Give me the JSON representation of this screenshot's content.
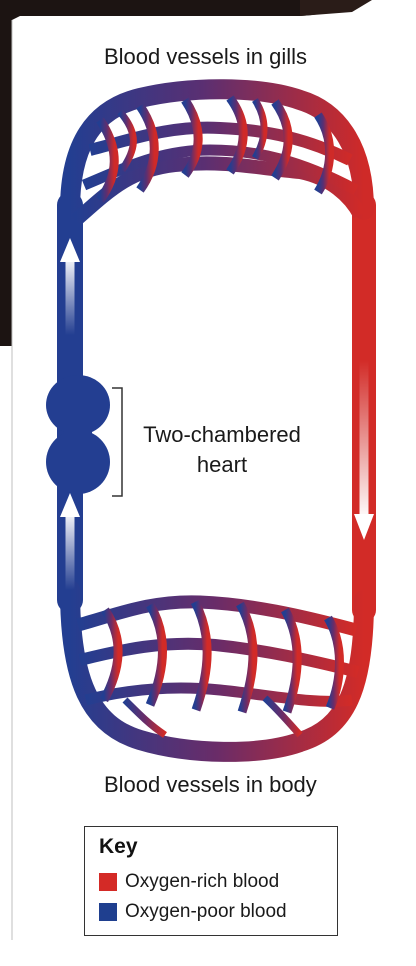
{
  "labels": {
    "top": "Blood vessels in gills",
    "bottom": "Blood vessels in body",
    "heart_line1": "Two-chambered",
    "heart_line2": "heart"
  },
  "key": {
    "title": "Key",
    "items": [
      {
        "label": "Oxygen-rich blood",
        "color": "#d42a26"
      },
      {
        "label": "Oxygen-poor blood",
        "color": "#1f3f8f"
      }
    ]
  },
  "colors": {
    "oxygen_rich": "#d42a26",
    "oxygen_poor": "#233e91",
    "frame_dark": "#1c1412"
  }
}
